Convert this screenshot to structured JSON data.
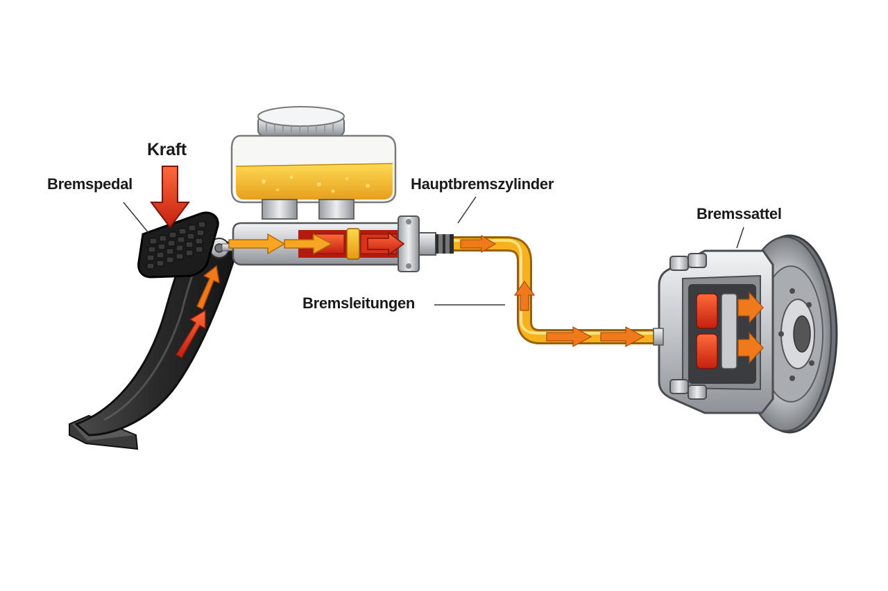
{
  "labels": {
    "force": "Kraft",
    "brake_pedal": "Bremspedal",
    "master_cylinder": "Hauptbremszylinder",
    "brake_lines": "Bremsleitungen",
    "brake_caliper": "Bremssattel"
  },
  "colors": {
    "force_arrow": "#d62a1f",
    "flow_arrow": "#f07a1a",
    "fluid": "#f2b21c",
    "pedal": "#2b2b2b",
    "metal": "#c9cbcf",
    "piston": "#e0391f"
  }
}
